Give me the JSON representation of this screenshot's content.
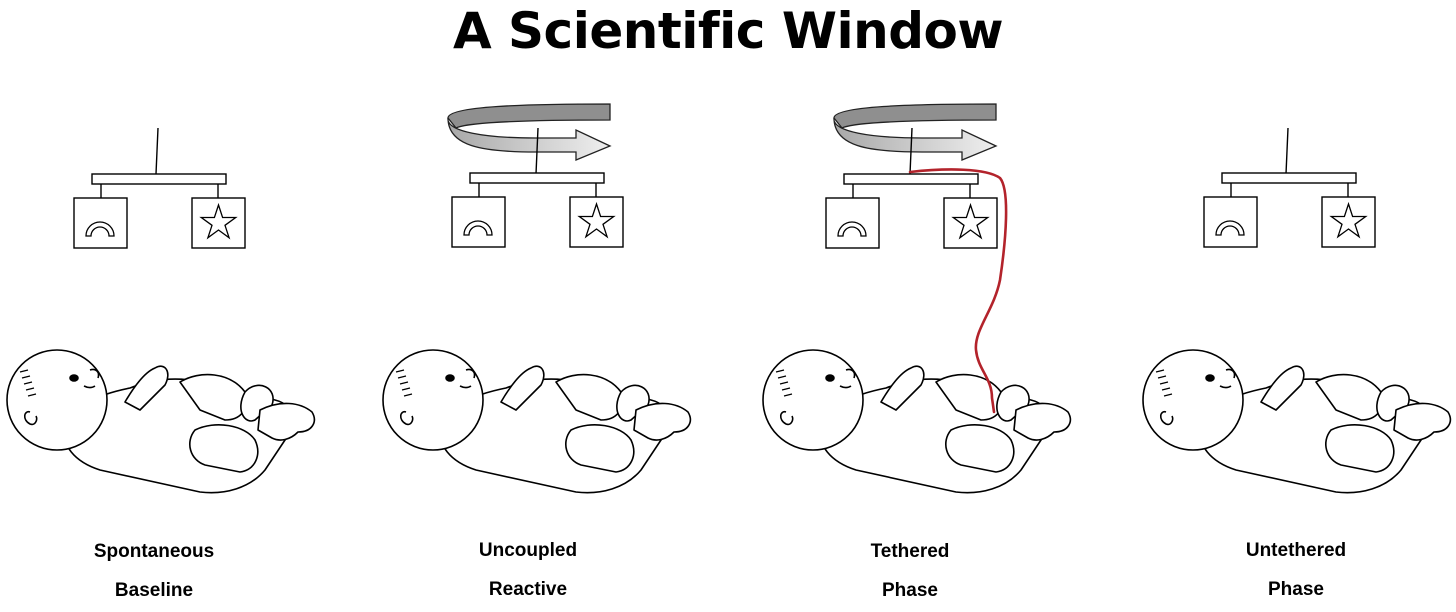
{
  "title": "A Scientific Window",
  "panels": [
    {
      "line1": "Spontaneous",
      "line2": "Baseline",
      "rotating": false,
      "tethered": false
    },
    {
      "line1": "Uncoupled",
      "line2": "Reactive",
      "rotating": true,
      "tethered": false
    },
    {
      "line1": "Tethered",
      "line2": "Phase",
      "rotating": true,
      "tethered": true
    },
    {
      "line1": "Untethered",
      "line2": "Phase",
      "rotating": false,
      "tethered": false
    }
  ],
  "colors": {
    "ribbon": "#c71c24",
    "arrow_dark": "#8a8a8a",
    "arrow_light": "#e4e4e4"
  }
}
